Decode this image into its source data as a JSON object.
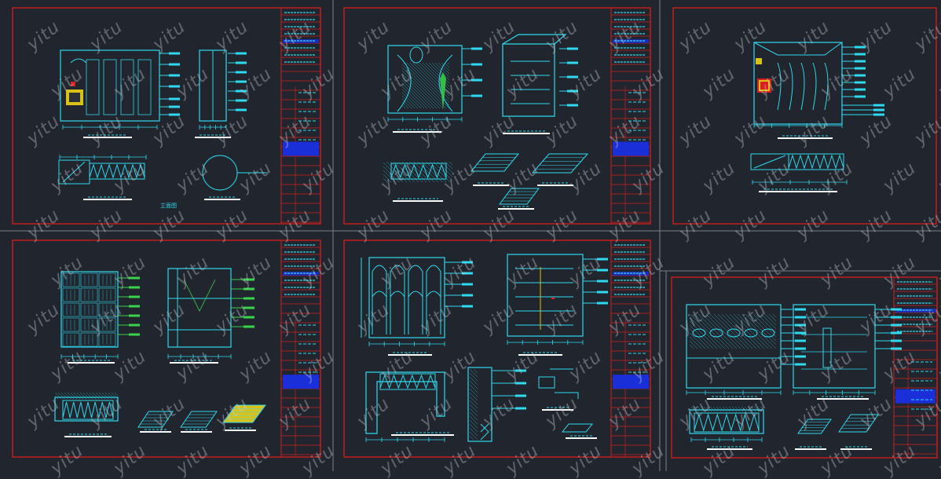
{
  "sheets": [
    {
      "id": "sheet-1",
      "content": "cabinet-elevations",
      "sketch_label": "立面图"
    },
    {
      "id": "sheet-2",
      "content": "decorative-elevation"
    },
    {
      "id": "sheet-3",
      "content": "room-elevation"
    },
    {
      "id": "sheet-4",
      "content": "shelving-elevations"
    },
    {
      "id": "sheet-5",
      "content": "arched-cabinet"
    },
    {
      "id": "sheet-6",
      "content": "wardrobe-elevations"
    }
  ],
  "watermark": {
    "text": "yitu"
  },
  "colors": {
    "background": "#21252d",
    "sheet_border": "#cc1f1f",
    "frame_line": "#7a7f8a",
    "drawing_line": "#2fd9ee",
    "title_fill": "#1a2fd8",
    "annotation_green": "#3ad44a",
    "accent_yellow": "#d8c21a",
    "accent_red": "#d82020"
  }
}
